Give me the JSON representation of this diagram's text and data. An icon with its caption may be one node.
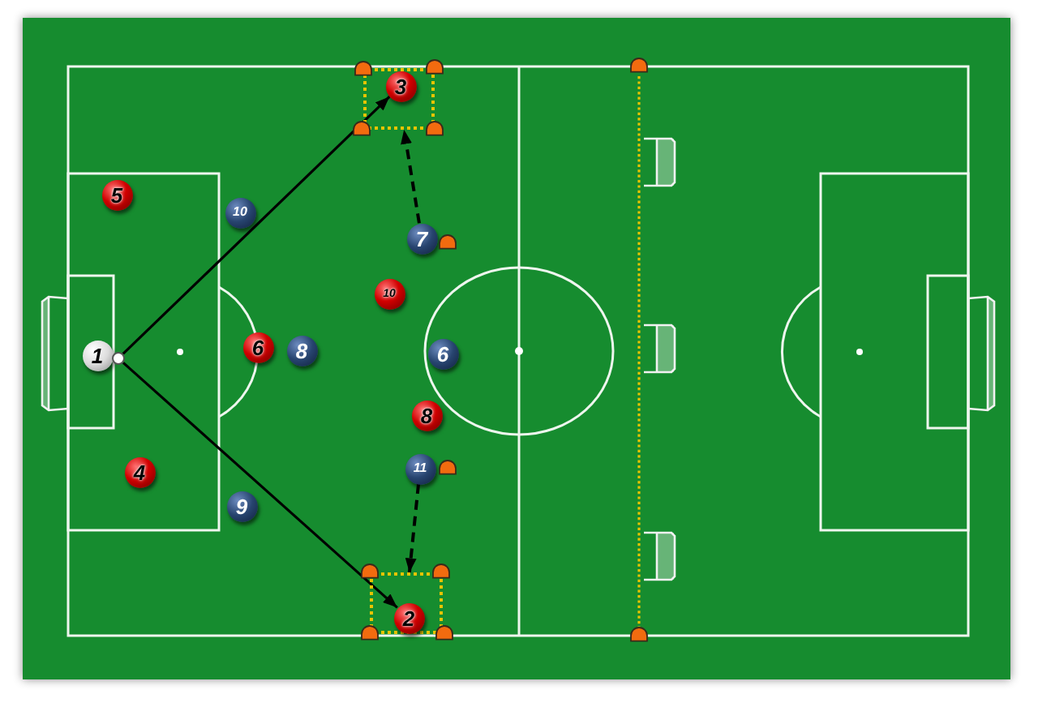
{
  "diagram": {
    "nodes": [
      {
        "text": [],
        "shape": "box"
      },
      {
        "text": [
          "3"
        ],
        "in": 0
      },
      {
        "text": [
          "5"
        ]
      },
      {
        "text": [
          "10"
        ]
      },
      {
        "text": [
          "7"
        ]
      },
      {
        "text": [
          "10"
        ]
      },
      {
        "text": [
          "1"
        ]
      },
      {
        "text": [],
        "shape": "circle"
      },
      {
        "text": [
          "6"
        ]
      },
      {
        "text": [
          "8"
        ]
      },
      {
        "text": [
          "6"
        ]
      },
      {
        "text": [
          "8"
        ]
      },
      {
        "text": [
          "11"
        ]
      },
      {
        "text": [
          "4"
        ]
      },
      {
        "text": [
          "9"
        ]
      },
      {
        "text": [],
        "shape": "box"
      },
      {
        "text": [
          "2"
        ],
        "in": 15
      }
    ],
    "edges": [
      {
        "from": 7,
        "to": 1,
        "arrow": "to"
      },
      {
        "from": 7,
        "to": 16,
        "arrow": "to"
      },
      {
        "from": 4,
        "to": 0,
        "arrow": "to",
        "style": "dashed"
      },
      {
        "from": 12,
        "to": 15,
        "arrow": "to",
        "style": "dashed"
      }
    ]
  }
}
